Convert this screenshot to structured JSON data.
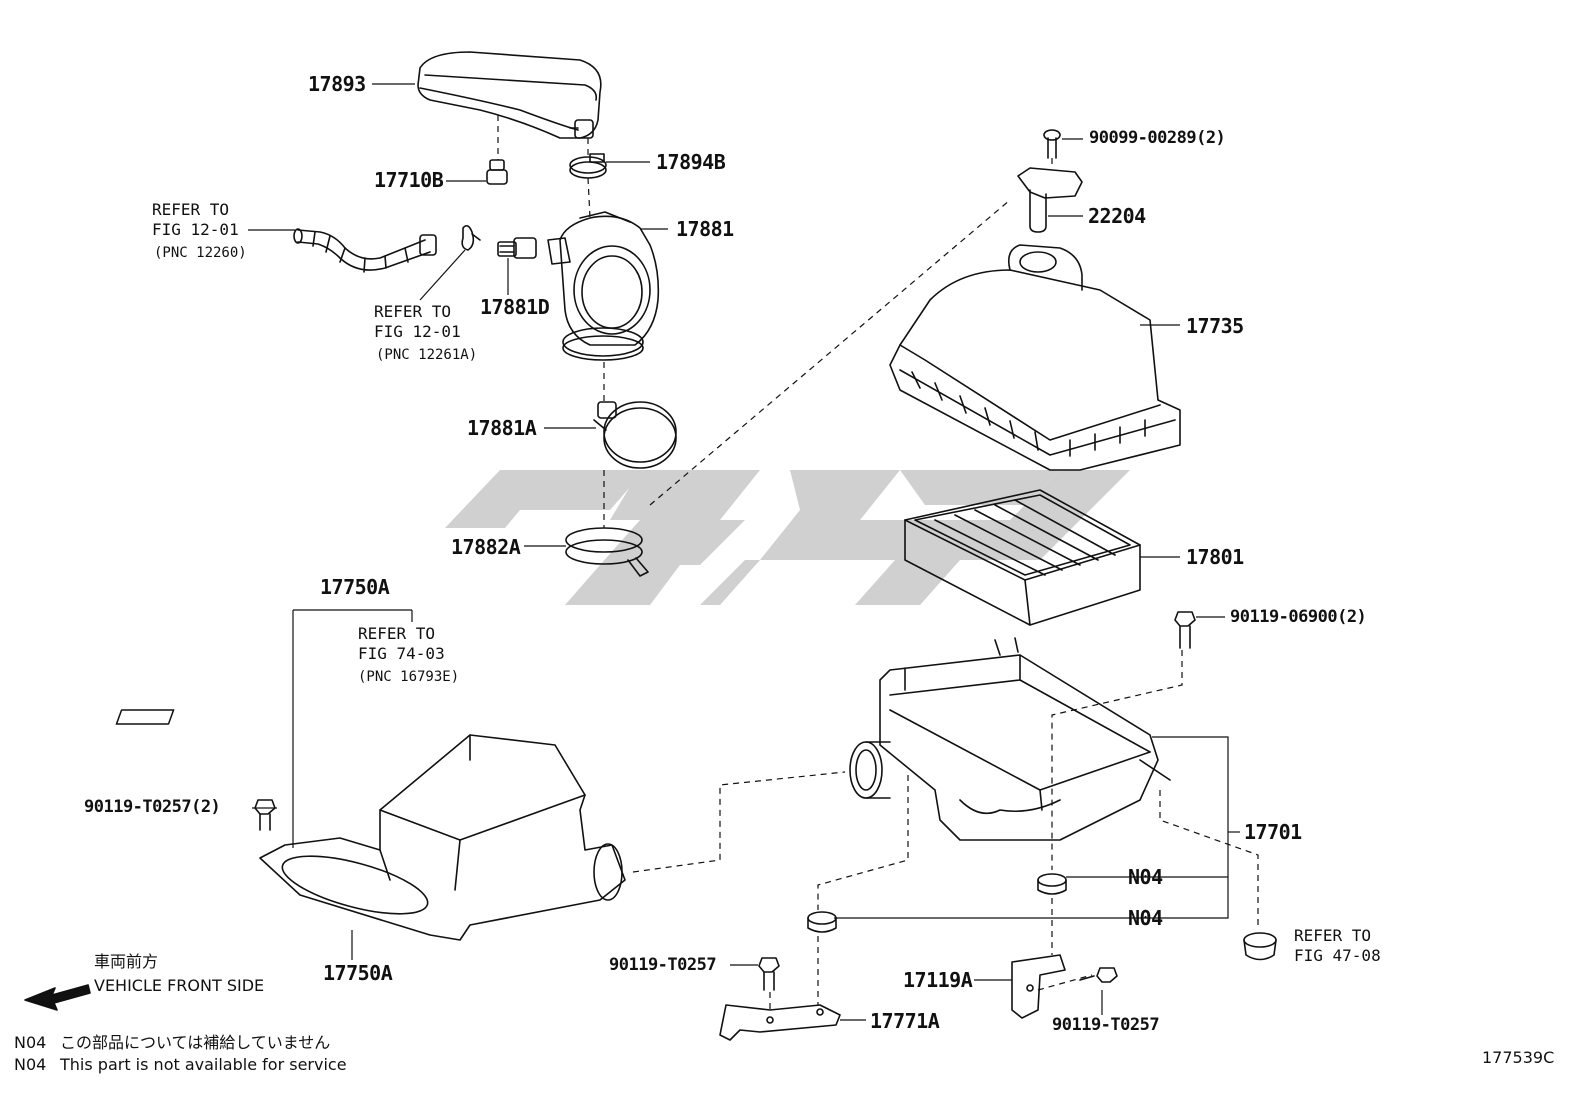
{
  "parts": {
    "p17893": "17893",
    "p17710B": "17710B",
    "p17894B": "17894B",
    "p17881": "17881",
    "p17881D": "17881D",
    "p17881A": "17881A",
    "p17882A": "17882A",
    "p90099": "90099-00289(2)",
    "p22204": "22204",
    "p17735": "17735",
    "p17801": "17801",
    "p90119_06900": "90119-06900(2)",
    "p17750A_top": "17750A",
    "p17750A_bottom": "17750A",
    "p90119_T0257_2": "90119-T0257(2)",
    "p17701": "17701",
    "pN04_a": "N04",
    "pN04_b": "N04",
    "p90119_T0257_a": "90119-T0257",
    "p17119A": "17119A",
    "p17771A": "17771A",
    "p90119_T0257_b": "90119-T0257"
  },
  "refs": {
    "ref1": {
      "l1": "REFER TO",
      "l2": "FIG 12-01",
      "l3": "(PNC 12260)"
    },
    "ref2": {
      "l1": "REFER TO",
      "l2": "FIG 12-01",
      "l3": "(PNC 12261A)"
    },
    "ref3": {
      "l1": "REFER TO",
      "l2": "FIG 74-03",
      "l3": "(PNC 16793E)"
    },
    "ref4": {
      "l1": "REFER TO",
      "l2": "FIG 47-08"
    }
  },
  "front": {
    "jp": "車両前方",
    "en": "VEHICLE FRONT SIDE"
  },
  "notes": {
    "n1_code": "N04",
    "n1_text": "この部品については補給していません",
    "n2_code": "N04",
    "n2_text": "This part is not available for service"
  },
  "figure_id": "177539C",
  "colors": {
    "line": "#111111",
    "watermark": "#c8c8c8"
  }
}
